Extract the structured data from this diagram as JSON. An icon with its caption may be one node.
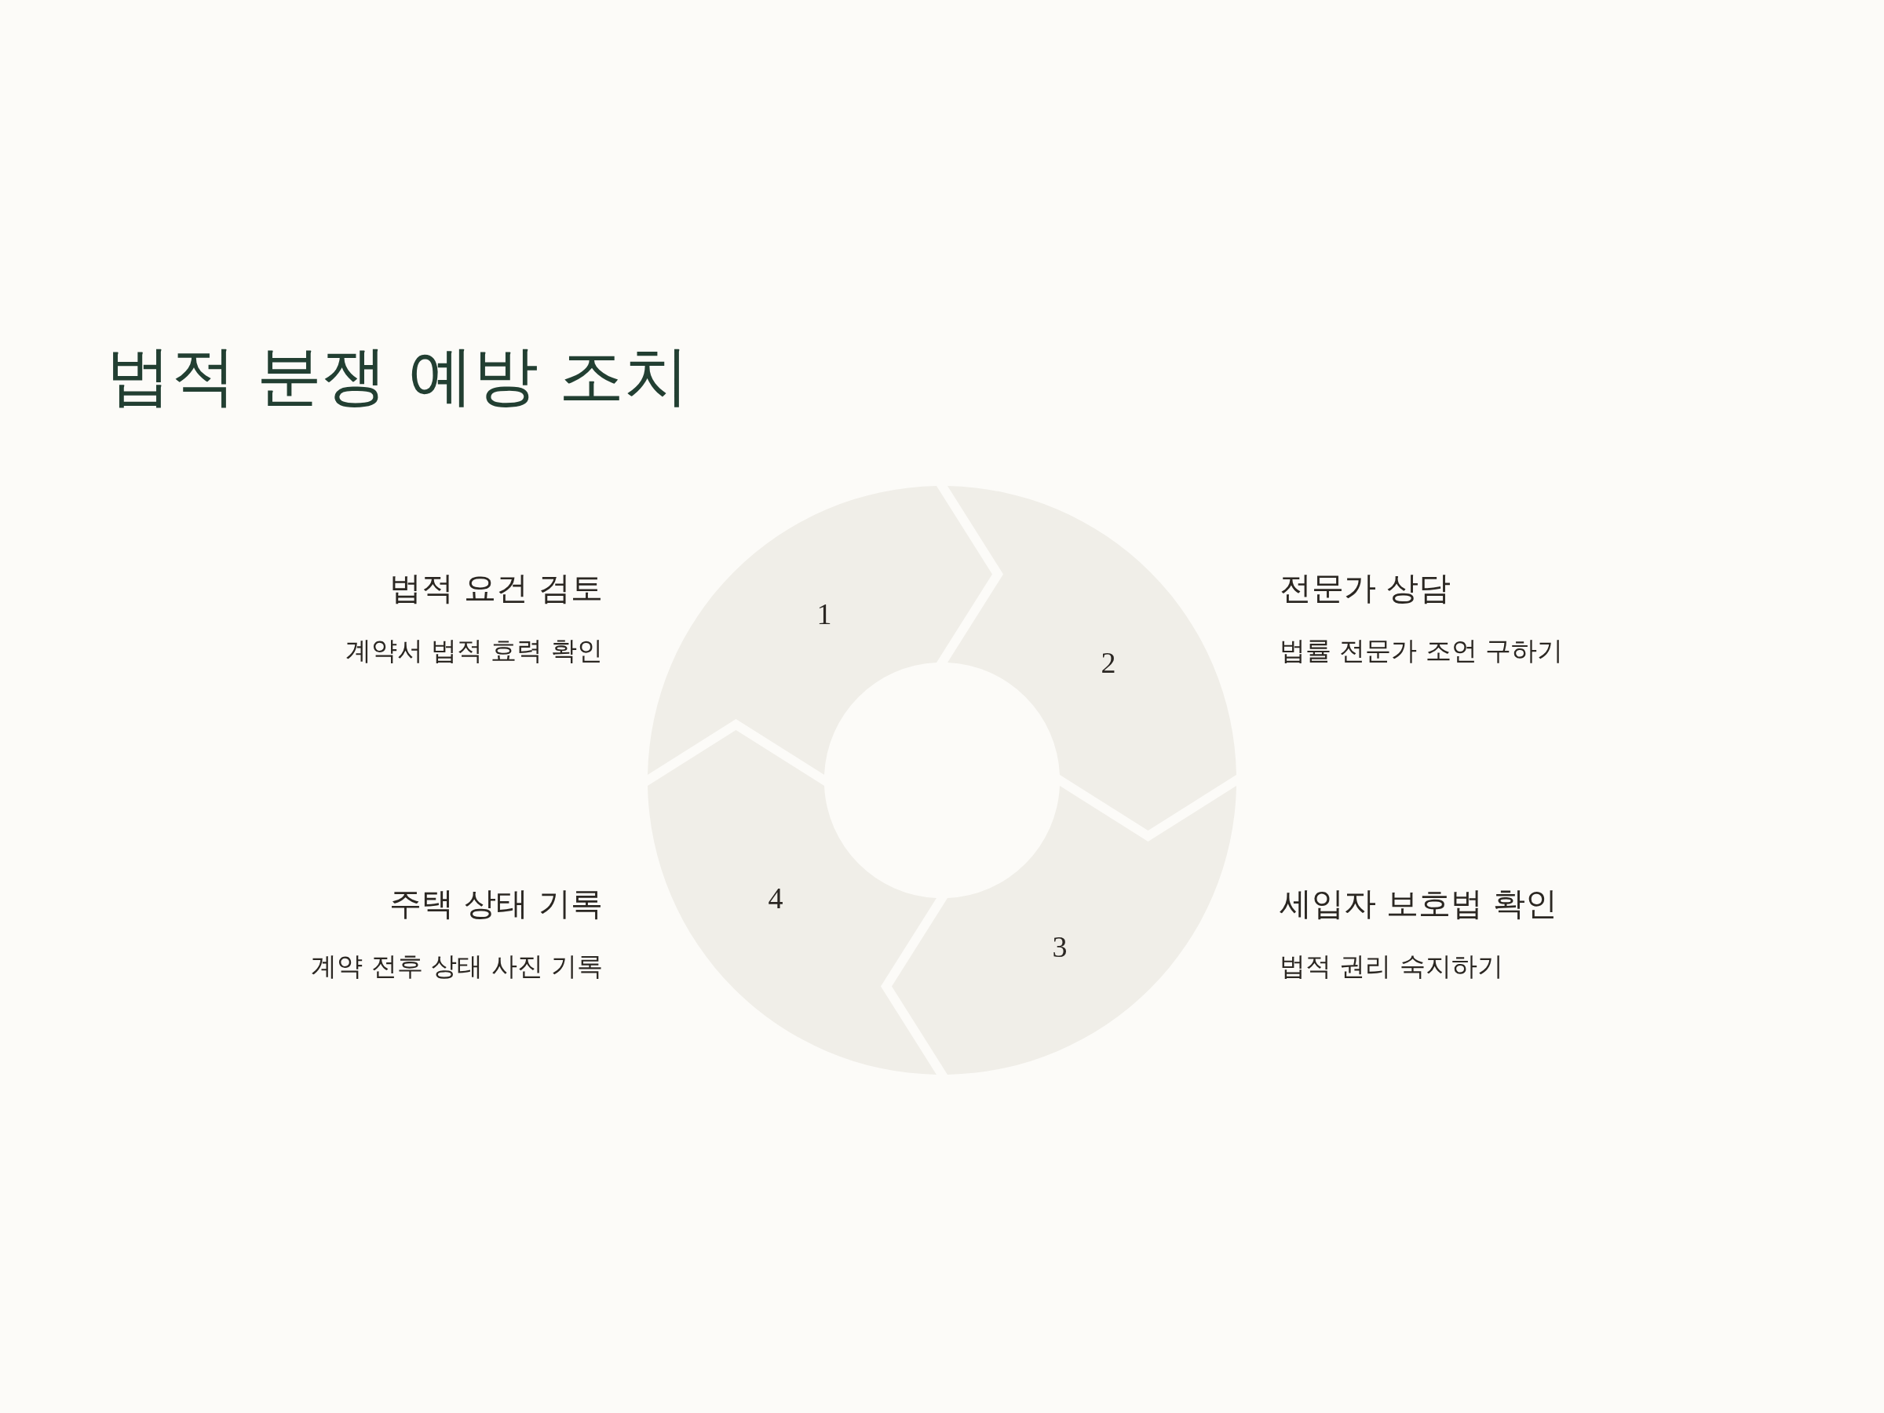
{
  "diagram": {
    "title": "법적 분쟁 예방 조치",
    "nodes": [
      {
        "text": [
          "1"
        ],
        "beside": [
          "법적 요건 검토",
          "계약서 법적 효력 확인"
        ]
      },
      {
        "text": [
          "2"
        ],
        "beside": [
          "전문가 상담",
          "법률 전문가 조언 구하기"
        ]
      },
      {
        "text": [
          "3"
        ],
        "beside": [
          "세입자 보호법 확인",
          "법적 권리 숙지하기"
        ]
      },
      {
        "text": [
          "4"
        ],
        "beside": [
          "주택 상태 기록",
          "계약 전후 상태 사진 기록"
        ]
      }
    ]
  }
}
